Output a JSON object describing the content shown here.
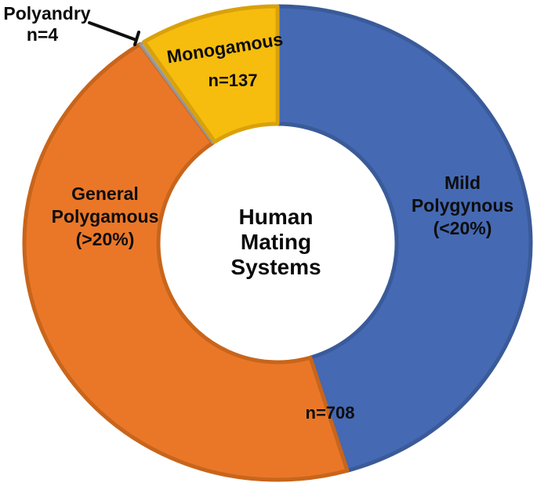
{
  "chart_data": {
    "type": "pie",
    "subtype": "doughnut",
    "title": "Human Mating Systems",
    "center_label_lines": [
      "Human",
      "Mating",
      "Systems"
    ],
    "legend_position": "none",
    "background": "#ffffff",
    "hole_color": "#ffffff",
    "segments": [
      {
        "name": "mild-polygynous",
        "label_lines": [
          "Mild",
          "Polygynous",
          "(<20%)"
        ],
        "n_label": "n=708",
        "value": 708,
        "start_deg": 0,
        "end_deg": 164.0,
        "fill": "#4569B3",
        "stroke": "#3A5A99"
      },
      {
        "name": "general-polygamous",
        "label_lines": [
          "General",
          "Polygamous",
          "(>20%)"
        ],
        "n_label": "",
        "value": 700,
        "value_estimated": true,
        "start_deg": 164.0,
        "end_deg": 327.1,
        "fill": "#EA7728",
        "stroke": "#C8651B"
      },
      {
        "name": "polyandry",
        "label_lines": [],
        "n_label": "",
        "value": 4,
        "start_deg": 327.1,
        "end_deg": 328.2,
        "fill": "#A6A6A6",
        "stroke": "#969696"
      },
      {
        "name": "monogamous",
        "label_lines": [
          "Monogamous"
        ],
        "n_label": "n=137",
        "value": 137,
        "start_deg": 328.2,
        "end_deg": 360,
        "fill": "#F6BD0E",
        "stroke": "#D9A10B"
      }
    ],
    "callout": {
      "line1": "Polyandry",
      "line2": "n=4",
      "line_color": "#0f0f0f"
    }
  }
}
